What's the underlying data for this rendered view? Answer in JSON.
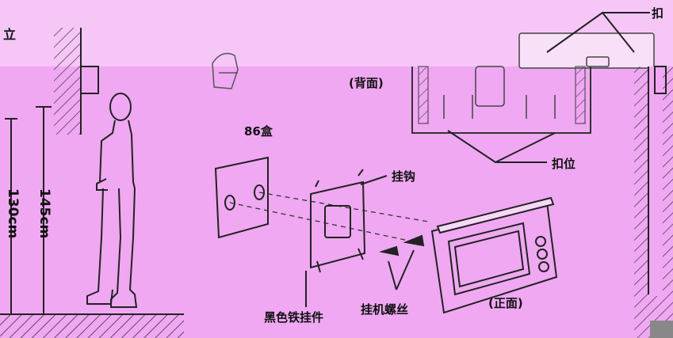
{
  "labels": {
    "back_view": "(背面)",
    "clip_top": "扣",
    "clip_right": "扣位",
    "box86": "86盒",
    "hook": "挂钩",
    "bracket": "黑色铁挂件",
    "screws": "挂机螺丝",
    "front_view": "(正面)",
    "height_145": "145cm",
    "height_130": "130cm",
    "corner_glyph": "立"
  },
  "colors": {
    "background_top": "#f6c6f6",
    "background_main": "#f0a8f3",
    "line": "#222222"
  }
}
